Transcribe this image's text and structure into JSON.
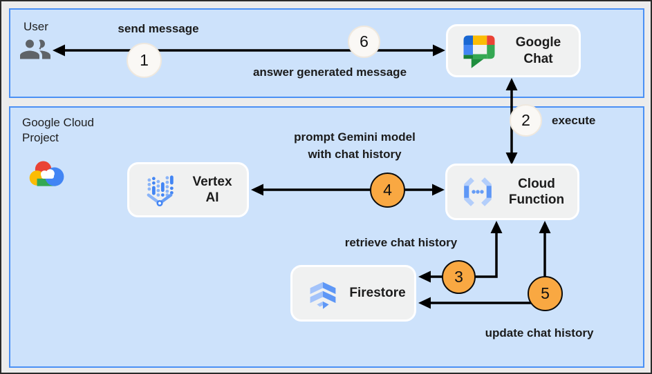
{
  "zones": {
    "user": {
      "title": "User"
    },
    "gcp": {
      "title_line1": "Google Cloud",
      "title_line2": "Project"
    }
  },
  "nodes": {
    "google_chat": {
      "name_line1": "Google",
      "name_line2": "Chat",
      "icon": "google-chat-icon"
    },
    "vertex_ai": {
      "name_line1": "Vertex",
      "name_line2": "AI",
      "icon": "vertex-ai-icon"
    },
    "cloud_function": {
      "name_line1": "Cloud",
      "name_line2": "Function",
      "icon": "cloud-function-icon"
    },
    "firestore": {
      "name": "Firestore",
      "icon": "firestore-icon"
    }
  },
  "steps": {
    "s1": {
      "num": "1",
      "label": "send message"
    },
    "s2": {
      "num": "2",
      "label": "execute"
    },
    "s3": {
      "num": "3",
      "label": "retrieve chat history"
    },
    "s4": {
      "num": "4",
      "label_line1": "prompt Gemini model",
      "label_line2": "with chat history"
    },
    "s5": {
      "num": "5",
      "label": "update chat history"
    },
    "s6": {
      "num": "6",
      "label": "answer generated message"
    }
  },
  "colors": {
    "zone_fill": "#cde2fb",
    "zone_border": "#4a90f5",
    "node_fill": "#f0f1f1",
    "node_border": "#ffffff",
    "arrow": "#000000",
    "step_circle_white": "#faf8f5",
    "step_circle_orange": "#f9a842",
    "text": "#1b1b1b",
    "user_icon_gray": "#5f6368",
    "google_blue": "#4285f4",
    "google_red": "#ea4335",
    "google_yellow": "#fbbc04",
    "google_green": "#34a853"
  }
}
